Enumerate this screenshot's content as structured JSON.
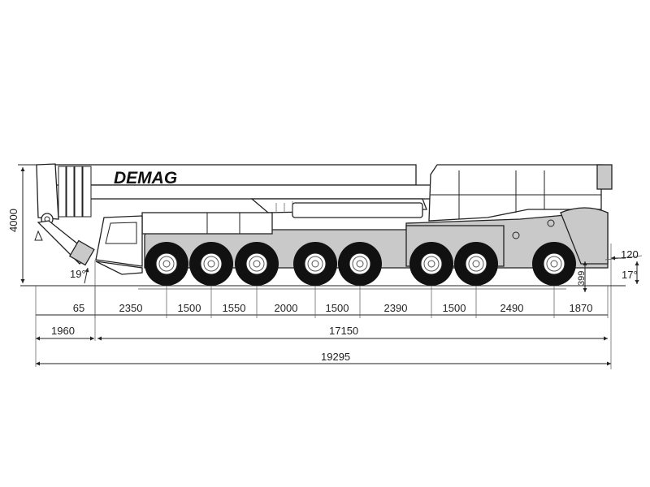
{
  "drawing": {
    "brand_logo": "DEMAG",
    "height_dimension": "4000",
    "front_angle": "19°",
    "rear_angle": "17°",
    "rear_overhang_height": "120",
    "ground_clearance": "399",
    "axle_spacing_row": [
      "65",
      "2350",
      "1500",
      "1550",
      "2000",
      "1500",
      "2390",
      "1500",
      "2490",
      "1870"
    ],
    "front_overhang": "1960",
    "chassis_length": "17150",
    "overall_length": "19295"
  }
}
